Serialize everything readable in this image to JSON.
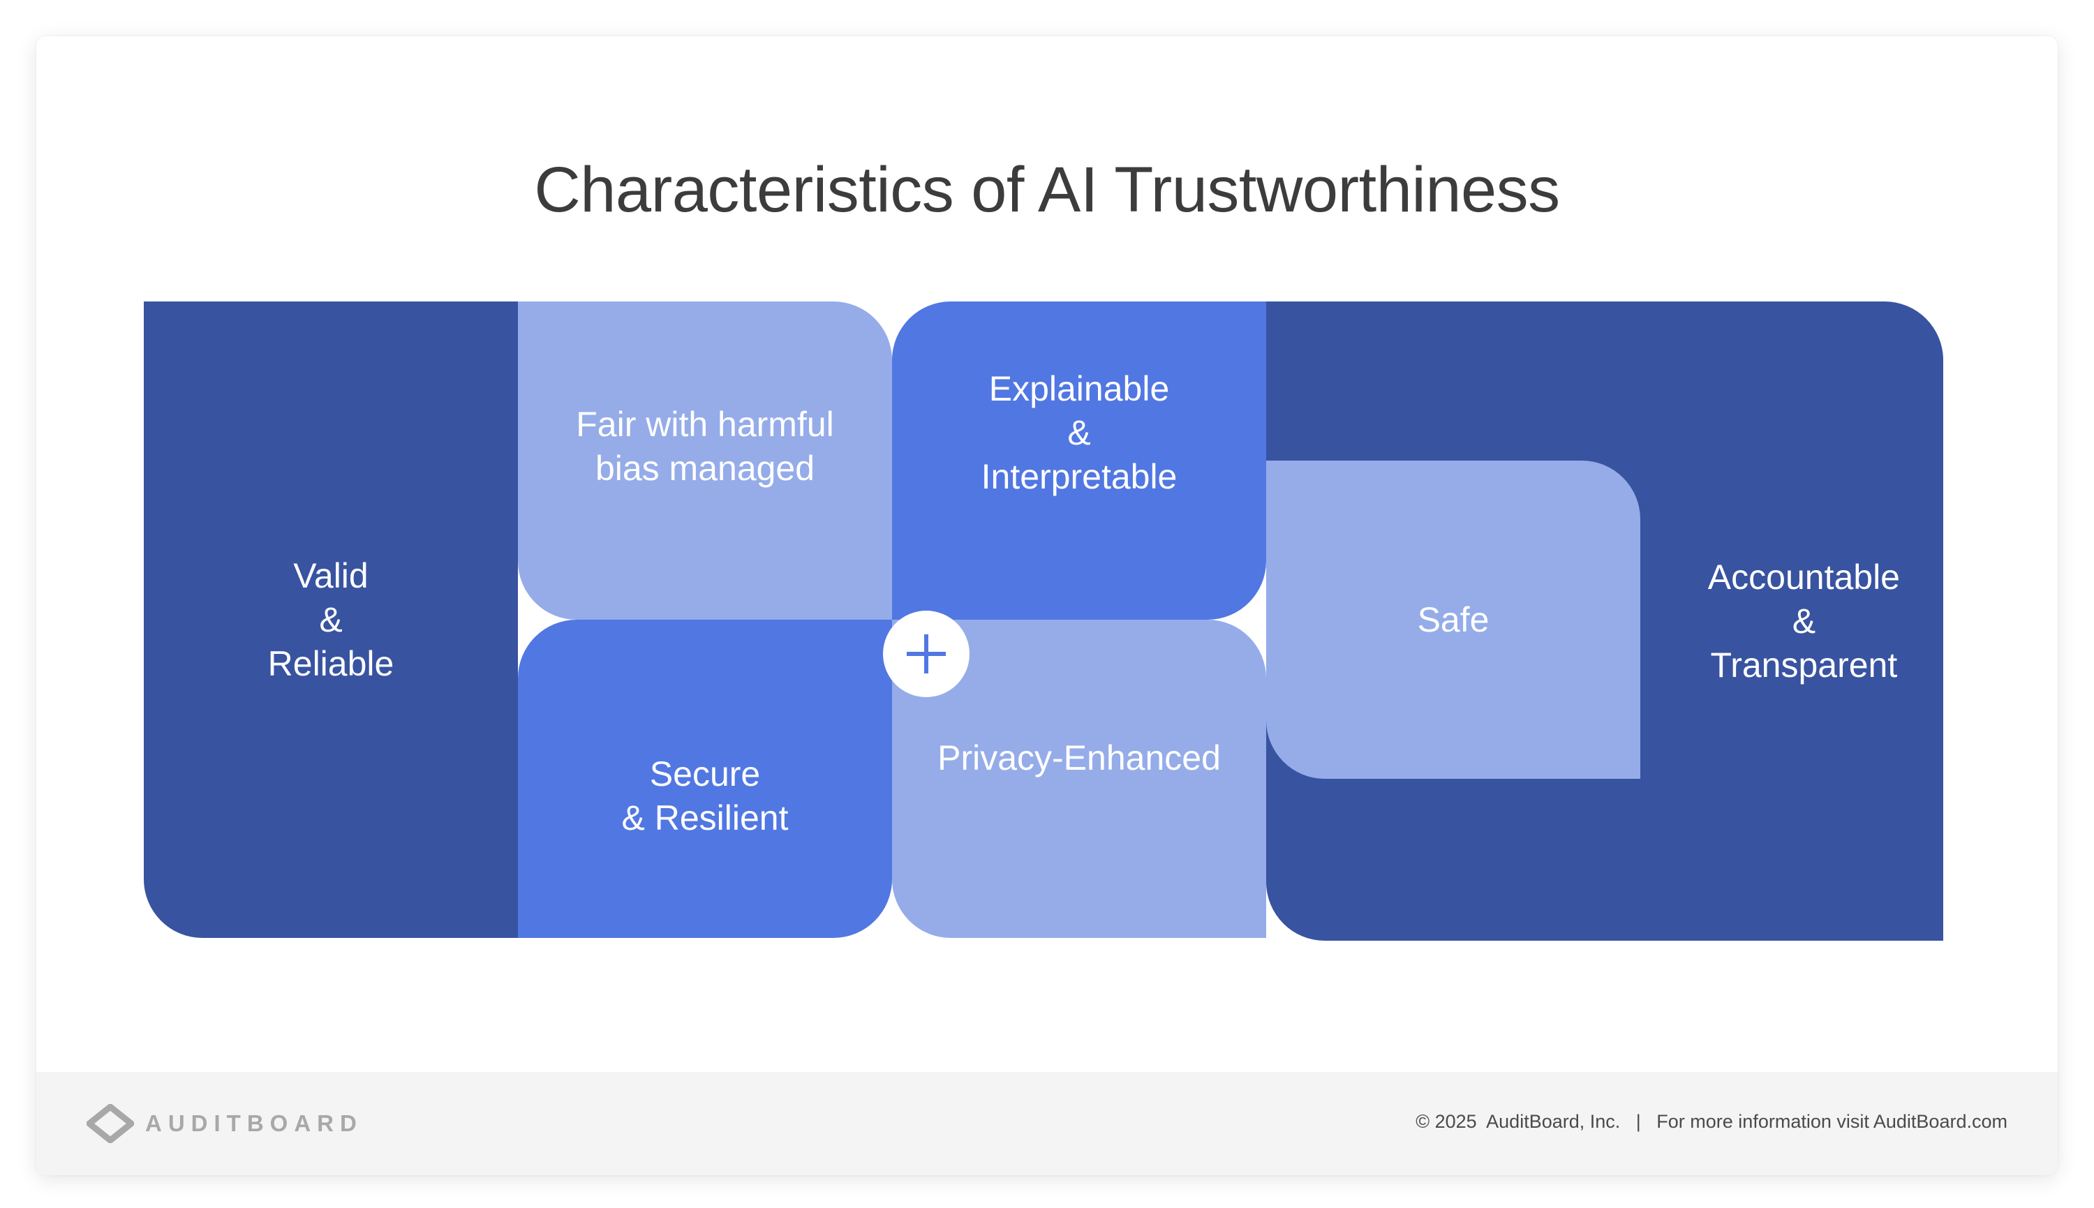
{
  "title": "Characteristics of AI Trustworthiness",
  "blocks": {
    "valid": "Valid\n&\nReliable",
    "fair": "Fair with harmful\nbias managed",
    "secure": "Secure\n& Resilient",
    "explainable": "Explainable\n&\nInterpretable",
    "privacy": "Privacy-Enhanced",
    "safe": "Safe",
    "accountable": "Accountable\n&\nTransparent"
  },
  "colors": {
    "dark": "#3853a0",
    "medium": "#5177e2",
    "light": "#95ace9",
    "title": "#3c3c3c"
  },
  "icons": {
    "plus": "plus-icon",
    "logo": "auditboard-logo-icon"
  },
  "footer": {
    "logo_text": "AUDITBOARD",
    "copyright": "© 2025  AuditBoard, Inc.   |   For more information visit AuditBoard.com"
  }
}
